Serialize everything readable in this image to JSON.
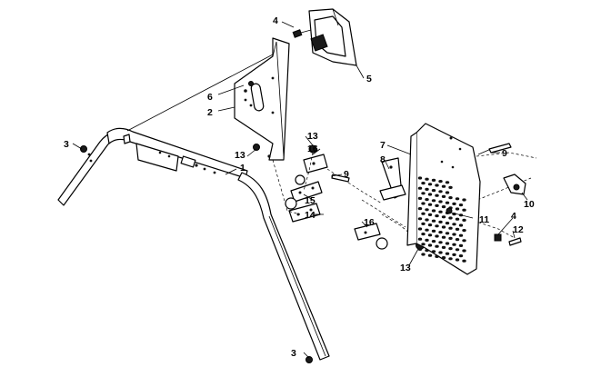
{
  "diagram": {
    "callouts": {
      "c1": "1",
      "c2": "2",
      "c3a": "3",
      "c3b": "3",
      "c4a": "4",
      "c4b": "4",
      "c5": "5",
      "c6": "6",
      "c7": "7",
      "c8": "8",
      "c9a": "9",
      "c9b": "9",
      "c10": "10",
      "c11": "11",
      "c12": "12",
      "c13a": "13",
      "c13b": "13",
      "c13c": "13",
      "c14": "14",
      "c15": "15",
      "c16a": "16",
      "c16b": "16"
    }
  }
}
